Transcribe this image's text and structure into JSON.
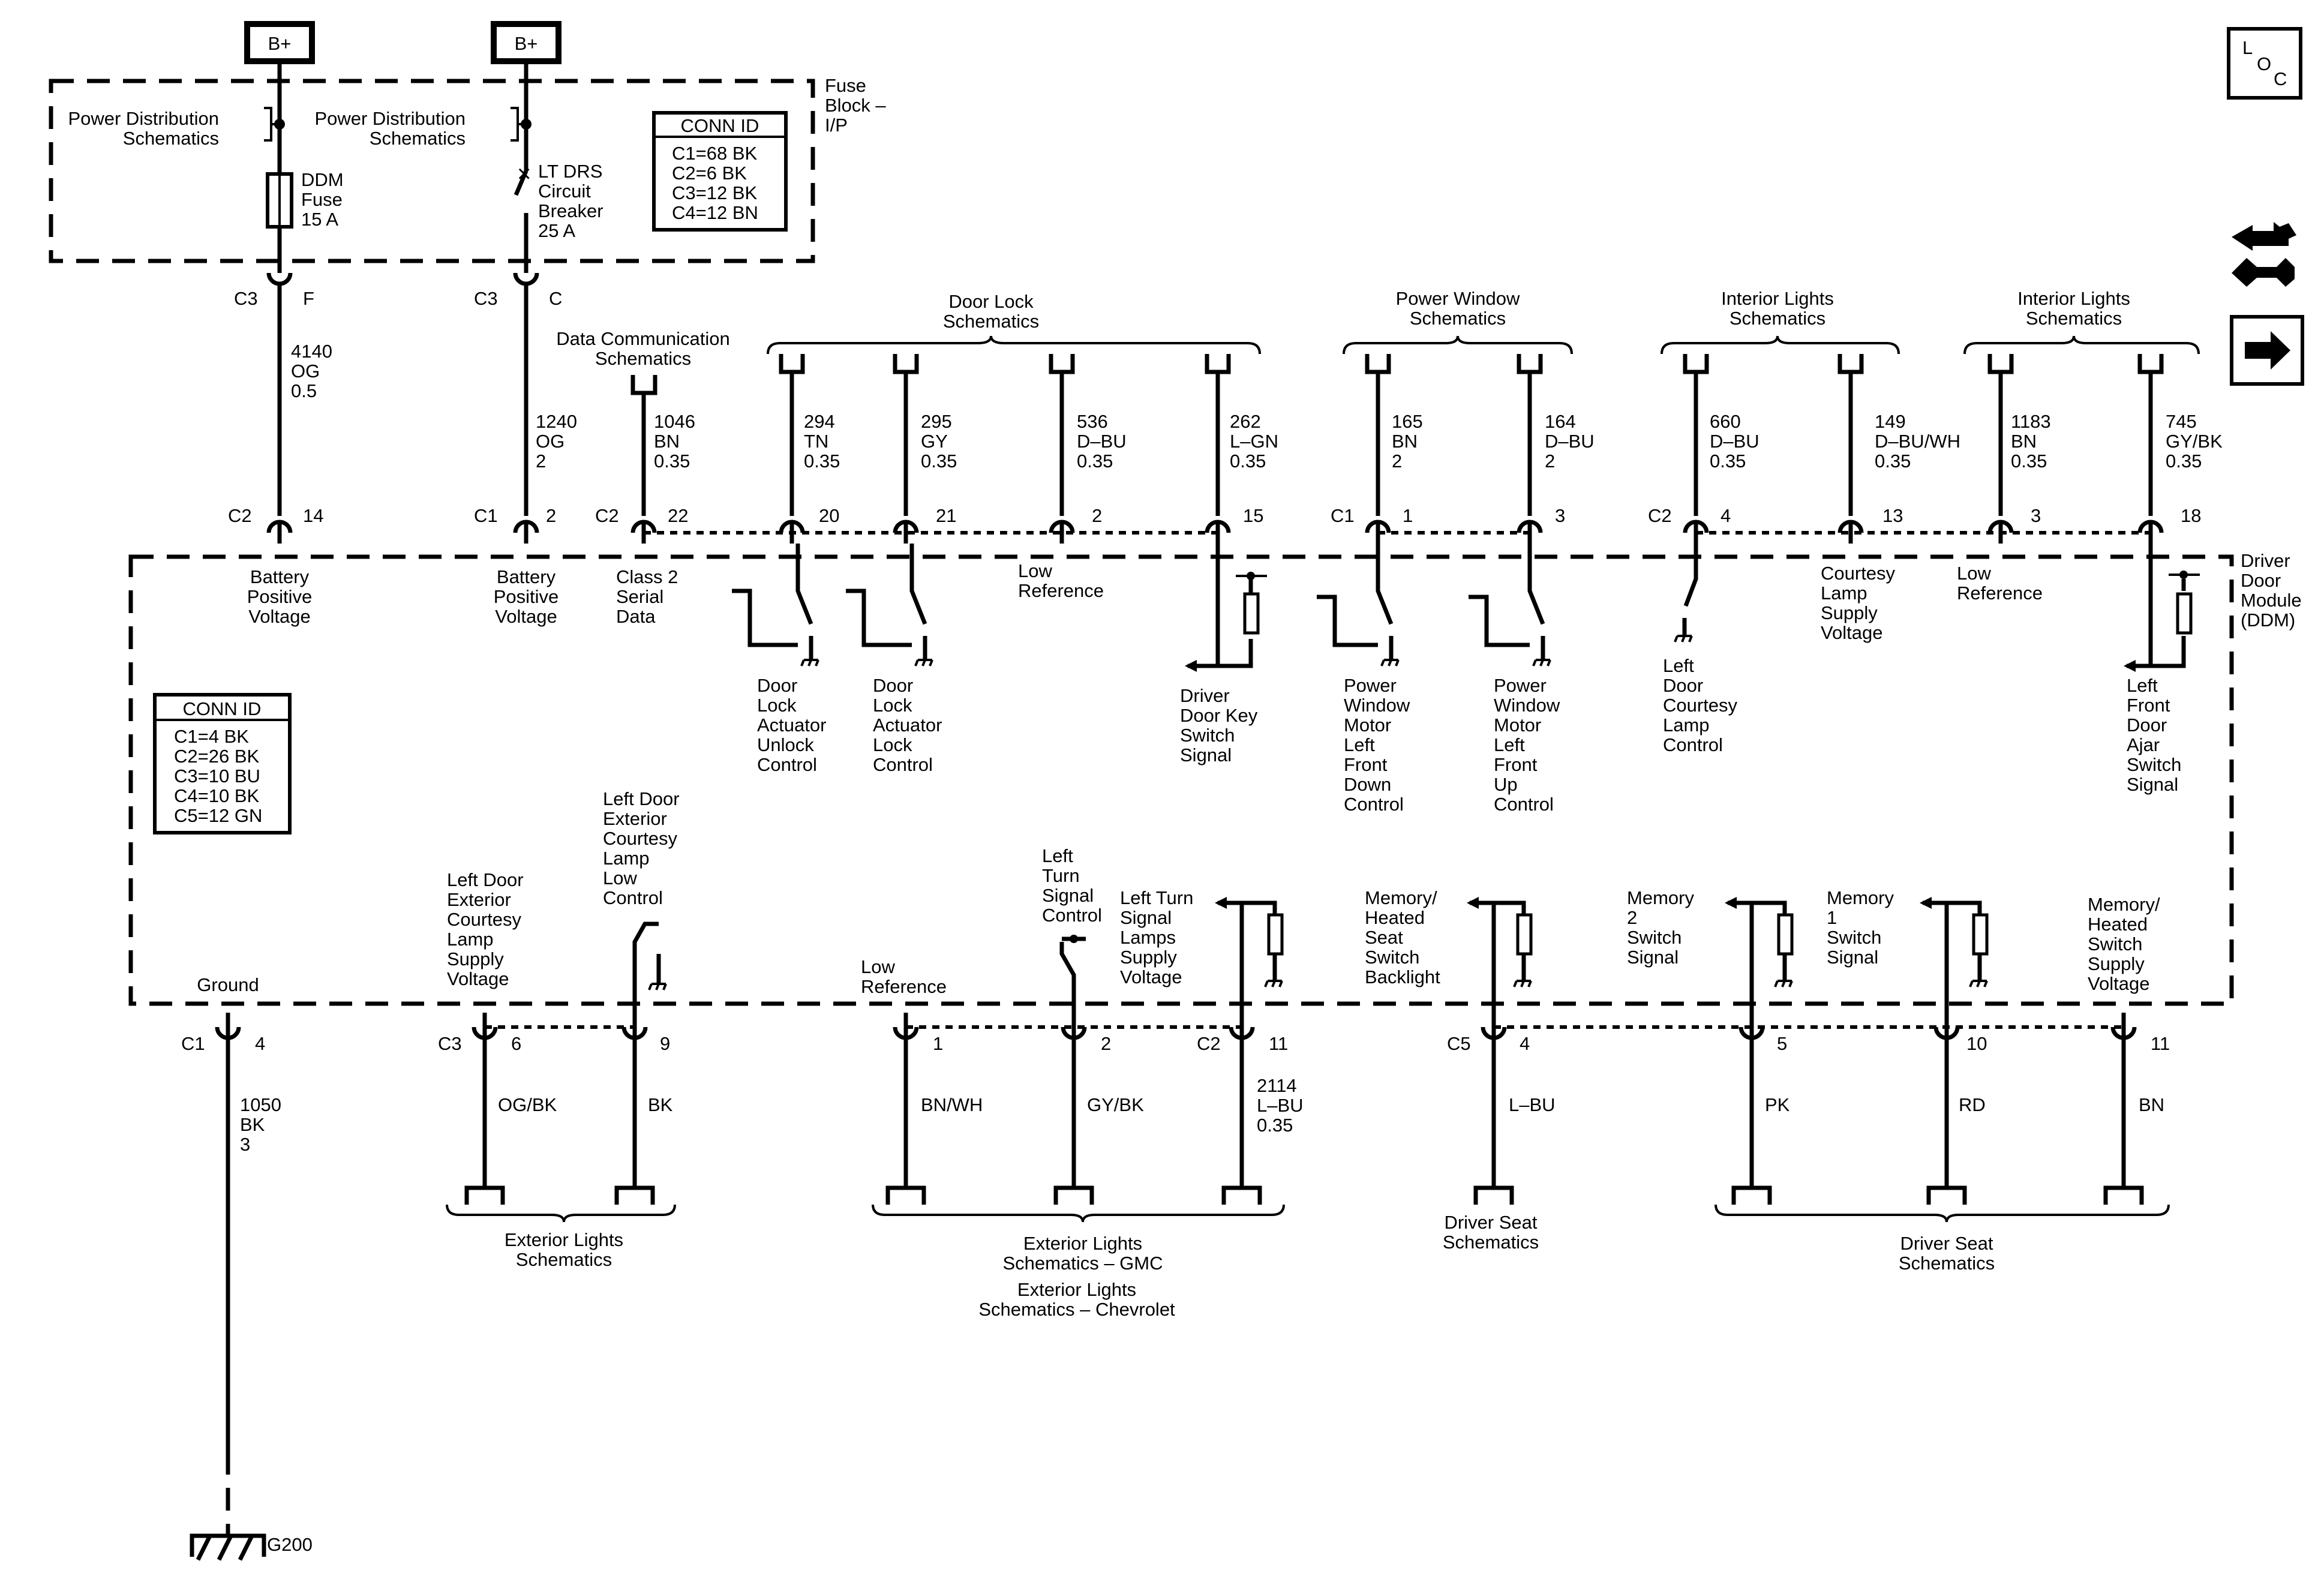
{
  "supply": {
    "bplus_1": "B+",
    "bplus_2": "B+",
    "pds_1": [
      "Power Distribution",
      "Schematics"
    ],
    "pds_2": [
      "Power Distribution",
      "Schematics"
    ],
    "fuse": [
      "DDM",
      "Fuse",
      "15 A"
    ],
    "breaker": [
      "LT DRS",
      "Circuit",
      "Breaker",
      "25 A"
    ],
    "fuse_block": [
      "Fuse",
      "Block –",
      "I/P"
    ],
    "conn_id_title": "CONN ID",
    "conn_ids": [
      "C1=68 BK",
      "C2=6 BK",
      "C3=12 BK",
      "C4=12 BN"
    ]
  },
  "module": {
    "name": [
      "Driver",
      "Door",
      "Module",
      "(DDM)"
    ],
    "conn_id_title": "CONN ID",
    "conn_ids": [
      "C1=4 BK",
      "C2=26 BK",
      "C3=10 BU",
      "C4=10 BK",
      "C5=12 GN"
    ]
  },
  "fuse_wires": {
    "c3f": {
      "conn": "C3",
      "pin": "F"
    },
    "c3c": {
      "conn": "C3",
      "pin": "C"
    },
    "w4140": [
      "4140",
      "OG",
      "0.5"
    ],
    "w1240": [
      "1240",
      "OG",
      "2"
    ]
  },
  "top_groups": {
    "data_comm": [
      "Data Communication",
      "Schematics"
    ],
    "door_lock": [
      "Door Lock",
      "Schematics"
    ],
    "power_window": [
      "Power Window",
      "Schematics"
    ],
    "interior_1": [
      "Interior Lights",
      "Schematics"
    ],
    "interior_2": [
      "Interior Lights",
      "Schematics"
    ]
  },
  "top_wires": [
    [
      "1046",
      "BN",
      "0.35"
    ],
    [
      "294",
      "TN",
      "0.35"
    ],
    [
      "295",
      "GY",
      "0.35"
    ],
    [
      "536",
      "D–BU",
      "0.35"
    ],
    [
      "262",
      "L–GN",
      "0.35"
    ],
    [
      "165",
      "BN",
      "2"
    ],
    [
      "164",
      "D–BU",
      "2"
    ],
    [
      "660",
      "D–BU",
      "0.35"
    ],
    [
      "149",
      "D–BU/WH",
      "0.35"
    ],
    [
      "1183",
      "BN",
      "0.35"
    ],
    [
      "745",
      "GY/BK",
      "0.35"
    ]
  ],
  "top_pins": {
    "c2_14": {
      "conn": "C2",
      "pin": "14"
    },
    "c1_2": {
      "conn": "C1",
      "pin": "2"
    },
    "c2_22": {
      "conn": "C2",
      "pin": "22"
    },
    "p20": "20",
    "p21": "21",
    "p2": "2",
    "p15": "15",
    "c1_1": {
      "conn": "C1",
      "pin": "1"
    },
    "p3a": "3",
    "c2_4": {
      "conn": "C2",
      "pin": "4"
    },
    "p13": "13",
    "p3b": "3",
    "p18": "18"
  },
  "top_functions": {
    "batt1": [
      "Battery",
      "Positive",
      "Voltage"
    ],
    "batt2": [
      "Battery",
      "Positive",
      "Voltage"
    ],
    "class2": [
      "Class 2",
      "Serial",
      "Data"
    ],
    "low_ref_1": [
      "Low",
      "Reference"
    ],
    "unlock": [
      "Door",
      "Lock",
      "Actuator",
      "Unlock",
      "Control"
    ],
    "lock": [
      "Door",
      "Lock",
      "Actuator",
      "Lock",
      "Control"
    ],
    "key_switch": [
      "Driver",
      "Door Key",
      "Switch",
      "Signal"
    ],
    "win_down": [
      "Power",
      "Window",
      "Motor",
      "Left",
      "Front",
      "Down",
      "Control"
    ],
    "win_up": [
      "Power",
      "Window",
      "Motor",
      "Left",
      "Front",
      "Up",
      "Control"
    ],
    "courtesy_ctrl": [
      "Left",
      "Door",
      "Courtesy",
      "Lamp",
      "Control"
    ],
    "courtesy_supply": [
      "Courtesy",
      "Lamp",
      "Supply",
      "Voltage"
    ],
    "low_ref_2": [
      "Low",
      "Reference"
    ],
    "ajar": [
      "Left",
      "Front",
      "Door",
      "Ajar",
      "Switch",
      "Signal"
    ]
  },
  "bottom_functions": {
    "ground": [
      "Ground"
    ],
    "ext_supply": [
      "Left Door",
      "Exterior",
      "Courtesy",
      "Lamp",
      "Supply",
      "Voltage"
    ],
    "ext_low": [
      "Left Door",
      "Exterior",
      "Courtesy",
      "Lamp",
      "Low",
      "Control"
    ],
    "low_ref": [
      "Low",
      "Reference"
    ],
    "turn_ctrl": [
      "Left",
      "Turn",
      "Signal",
      "Control"
    ],
    "turn_supply": [
      "Left Turn",
      "Signal",
      "Lamps",
      "Supply",
      "Voltage"
    ],
    "backlight": [
      "Memory/",
      "Heated",
      "Seat",
      "Switch",
      "Backlight"
    ],
    "mem2": [
      "Memory",
      "2",
      "Switch",
      "Signal"
    ],
    "mem1": [
      "Memory",
      "1",
      "Switch",
      "Signal"
    ],
    "mem_supply": [
      "Memory/",
      "Heated",
      "Switch",
      "Supply",
      "Voltage"
    ]
  },
  "bottom_pins": {
    "c1_4": {
      "conn": "C1",
      "pin": "4"
    },
    "c3_6": {
      "conn": "C3",
      "pin": "6"
    },
    "p9": "9",
    "p1": "1",
    "p2": "2",
    "c2_11": {
      "conn": "C2",
      "pin": "11"
    },
    "c5_4": {
      "conn": "C5",
      "pin": "4"
    },
    "p5": "5",
    "p10": "10",
    "p11": "11"
  },
  "bottom_wires": {
    "w1050": [
      "1050",
      "BK",
      "3"
    ],
    "og_bk": "OG/BK",
    "bk": "BK",
    "bn_wh": "BN/WH",
    "gy_bk": "GY/BK",
    "w2114": [
      "2114",
      "L–BU",
      "0.35"
    ],
    "l_bu": "L–BU",
    "pk": "PK",
    "rd": "RD",
    "bn": "BN"
  },
  "bottom_groups": {
    "ext_lights": [
      "Exterior Lights",
      "Schematics"
    ],
    "ext_lights_gmc": [
      "Exterior Lights",
      "Schematics – GMC"
    ],
    "ext_lights_chev": [
      "Exterior Lights",
      "Schematics – Chevrolet"
    ],
    "seat_1": [
      "Driver Seat",
      "Schematics"
    ],
    "seat_2": [
      "Driver Seat",
      "Schematics"
    ]
  },
  "ground_label": "G200",
  "loc_icon": [
    "L",
    "O",
    "C"
  ]
}
